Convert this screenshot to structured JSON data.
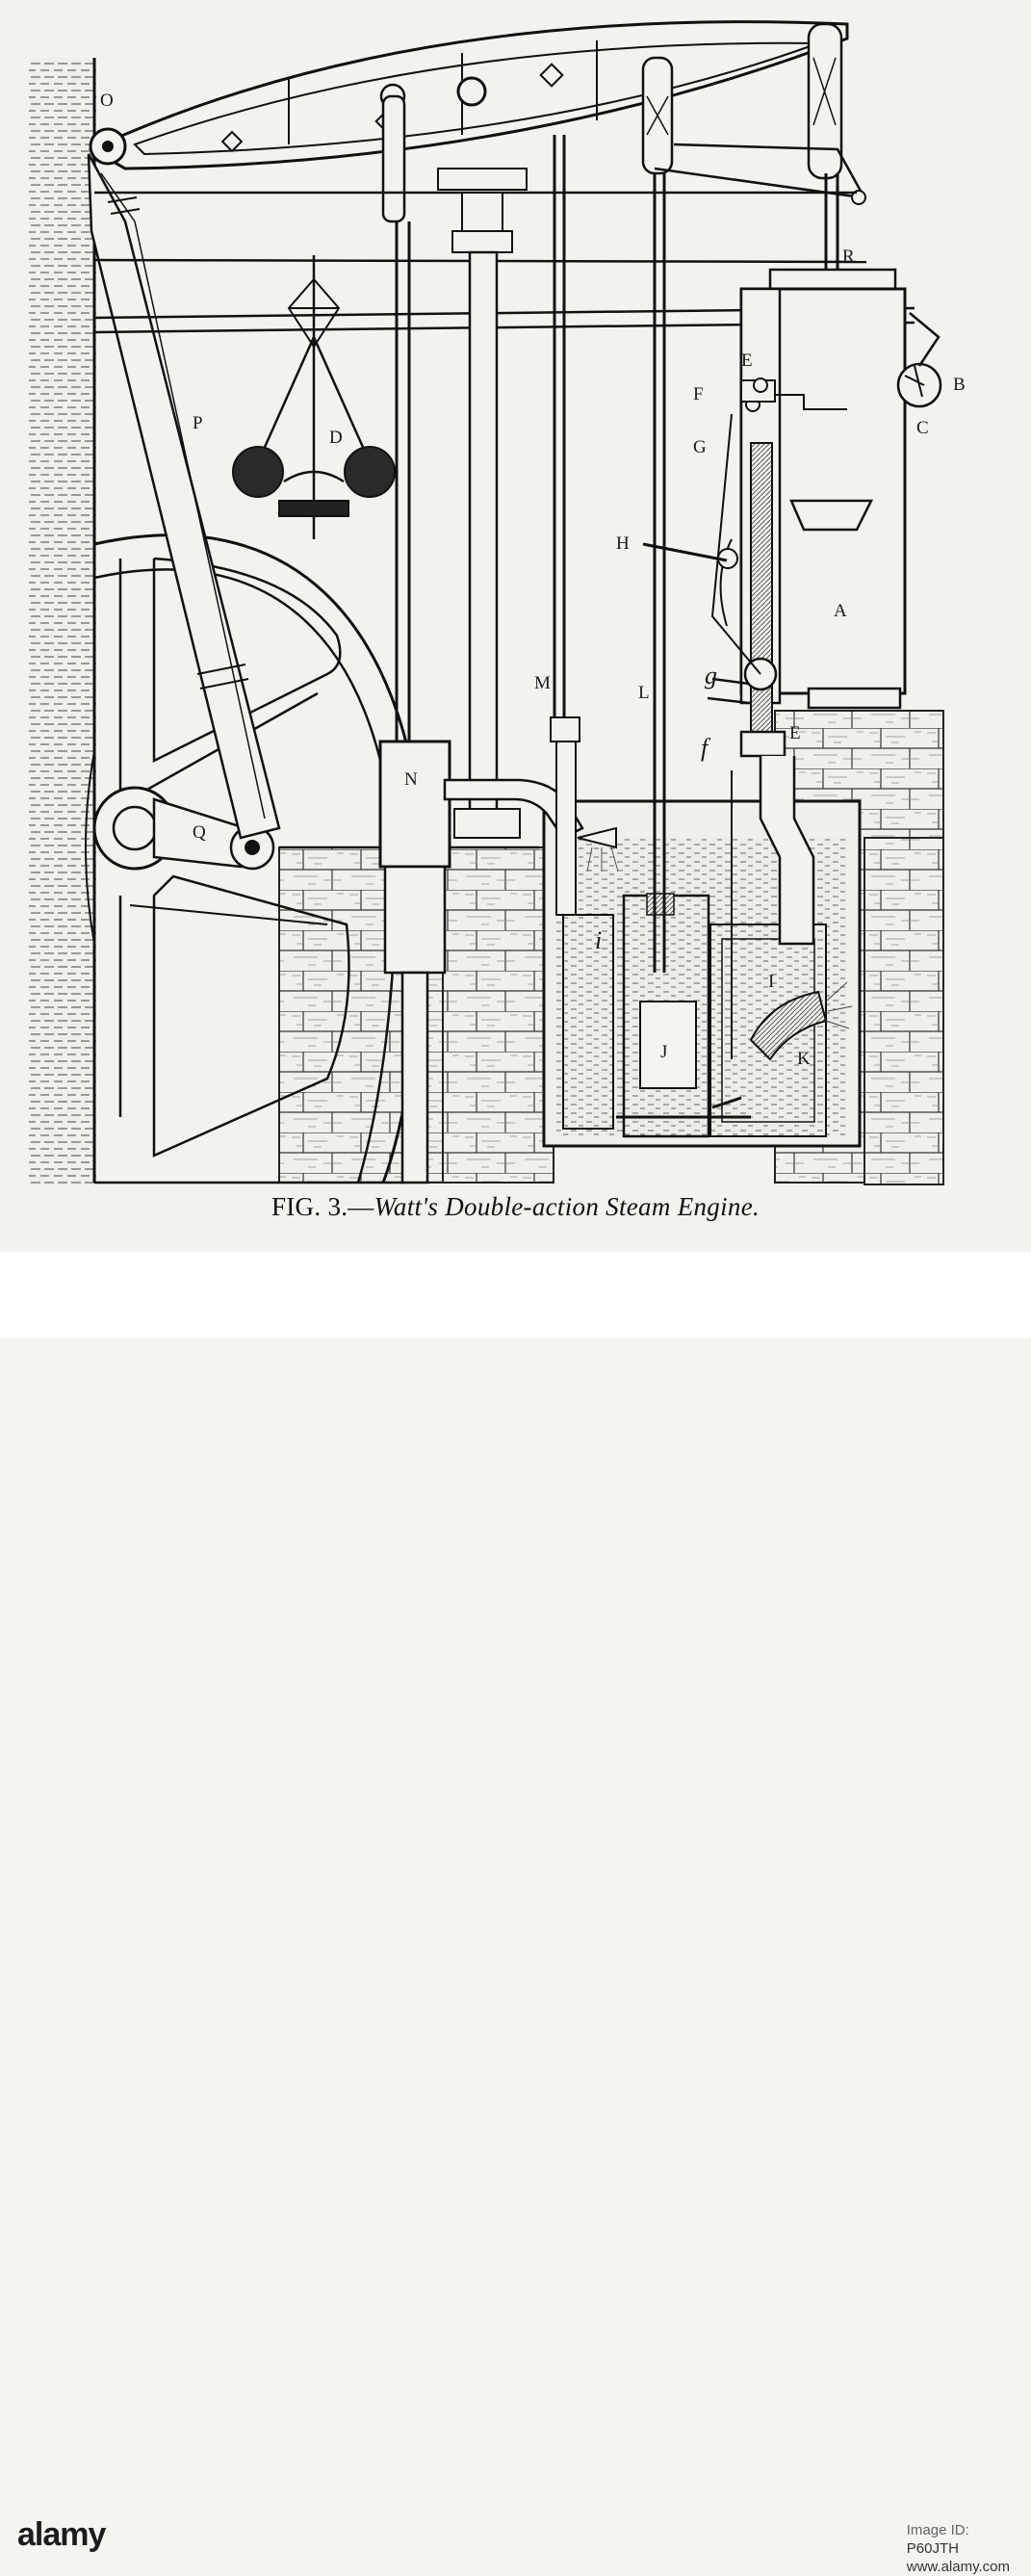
{
  "figure": {
    "caption_prefix": "FIG. 3.—",
    "caption_title": "Watt's Double-action Steam Engine."
  },
  "labels": {
    "O": "O",
    "P": "P",
    "Q": "Q",
    "D": "D",
    "N": "N",
    "M": "M",
    "L": "L",
    "R": "R",
    "E": "E",
    "F": "F",
    "G": "G",
    "H": "H",
    "B": "B",
    "C": "C",
    "A": "A",
    "g": "g",
    "f": "f",
    "E2": "E",
    "i": "i",
    "I": "I",
    "J": "J",
    "K": "K"
  },
  "watermark": {
    "brand": "alamy",
    "image_id_label": "Image ID:",
    "image_id": "P60JTH",
    "site": "www.alamy.com"
  }
}
